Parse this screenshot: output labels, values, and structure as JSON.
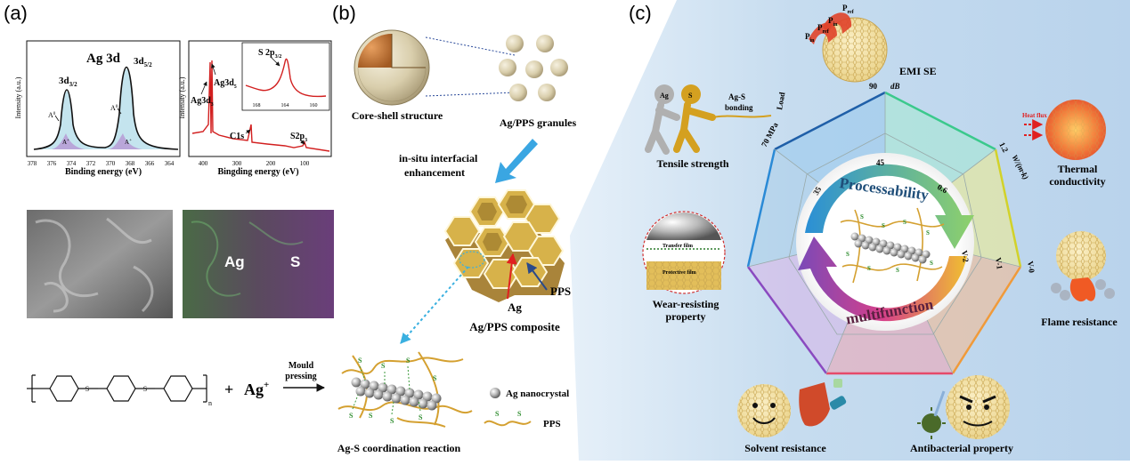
{
  "panels": {
    "a": "(a)",
    "b": "(b)",
    "c": "(c)"
  },
  "xps_left": {
    "title": "Ag 3d",
    "peak_left": "3d",
    "peak_left_sub": "3/2",
    "peak_right": "3d",
    "peak_right_sub": "5/2",
    "a0": "A",
    "a0_sup": "0",
    "a_plus": "A",
    "a_plus_sup": "+",
    "ylabel": "Intensity (a.u.)",
    "xlabel": "Binding energy (eV)",
    "ticks": [
      "378",
      "376",
      "374",
      "372",
      "370",
      "368",
      "366",
      "364"
    ]
  },
  "xps_right": {
    "inset_title": "S 2p",
    "inset_title_sub": "3/2",
    "inset_ticks": [
      "168",
      "164",
      "160"
    ],
    "ag3d5_a": "Ag3d",
    "ag3d5_a_sub": "5",
    "ag3d3": "Ag3d",
    "ag3d3_sub": "3",
    "c1s": "C1s",
    "s2p3": "S2p",
    "s2p3_sub": "3",
    "ylabel": "Intensity (a.u.)",
    "xlabel": "Bingding energy (eV)",
    "ticks": [
      "400",
      "300",
      "200",
      "100"
    ]
  },
  "eds": {
    "ag": "Ag",
    "s": "S"
  },
  "reaction": {
    "n": "n",
    "plus": "+",
    "ag_ion": "Ag",
    "ag_ion_sup": "+",
    "arrow_label_1": "Mould",
    "arrow_label_2": "pressing",
    "product": "Ag-S coordination reaction",
    "legend_ag": "Ag nanocrystal",
    "legend_pps": "PPS",
    "s_atom": "S"
  },
  "panel_b": {
    "core_shell": "Core-shell structure",
    "granules": "Ag/PPS granules",
    "enhancement_1": "in-situ interfacial",
    "enhancement_2": "enhancement",
    "ag": "Ag",
    "pps": "PPS",
    "composite": "Ag/PPS composite"
  },
  "panel_c": {
    "emi": "EMI SE",
    "p_in": "P",
    "p_in_sub": "in",
    "p_ref": "P",
    "p_ref_sub": "ref",
    "tensile": "Tensile strength",
    "ag_s_bonding_1": "Ag-S",
    "ag_s_bonding_2": "bonding",
    "load": "Load",
    "figure_ag": "Ag",
    "figure_s": "S",
    "thermal_1": "Thermal",
    "thermal_2": "conductivity",
    "heat_flux": "Heat flux",
    "wear_1": "Wear-resisting",
    "wear_2": "property",
    "transfer_film": "Transfer film",
    "protective_film": "Protective film",
    "flame": "Flame resistance",
    "solvent": "Solvent resistance",
    "antibacterial": "Antibacterial property",
    "processability": "Processability",
    "multifunction": "multifunction",
    "radar_ticks": [
      "90",
      "dB",
      "45",
      "1.2",
      "W/(m·k)",
      "0.6",
      "70 MPa",
      "35",
      "V-0",
      "V-1",
      "V-2"
    ]
  },
  "colors": {
    "blue_bg": "#c9dff2",
    "gold": "#c9a227",
    "processability_arrow": "#3aa0dc",
    "multifunction_arrow": "#d04080"
  }
}
